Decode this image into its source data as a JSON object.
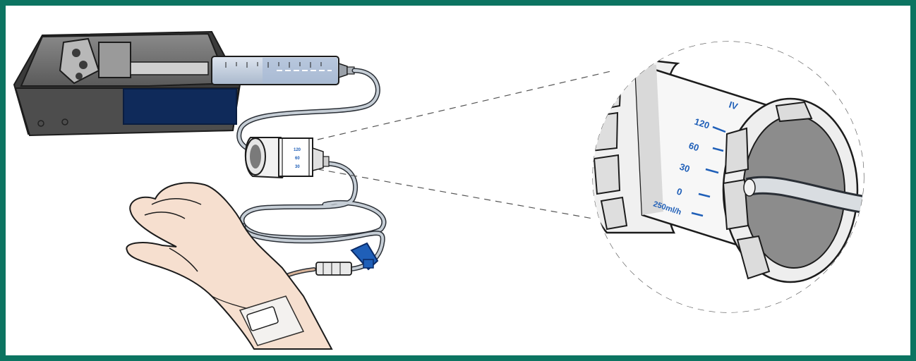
{
  "colors": {
    "frame_border": "#0c7461",
    "scale_blue": "#1f5fb8",
    "pump_body": "#6e6e6e",
    "pump_button": "#0f2a5a",
    "tubing": "#b9c3cc",
    "clamp": "#1f5fb8",
    "skin": "#f6dfcf"
  },
  "regulator_scale": {
    "route_label": "IV",
    "marks": [
      {
        "label": "120",
        "value": 120
      },
      {
        "label": "60",
        "value": 60
      },
      {
        "label": "30",
        "value": 30
      },
      {
        "label": "0",
        "value": 0
      }
    ],
    "max_label": "250ml/h"
  },
  "small_dial": {
    "marks": [
      "120",
      "60",
      "30"
    ]
  },
  "icons": [
    "syringe-pump-icon",
    "flow-regulator-icon",
    "roller-clamp-icon",
    "hand-icon",
    "iv-cannula-icon"
  ]
}
